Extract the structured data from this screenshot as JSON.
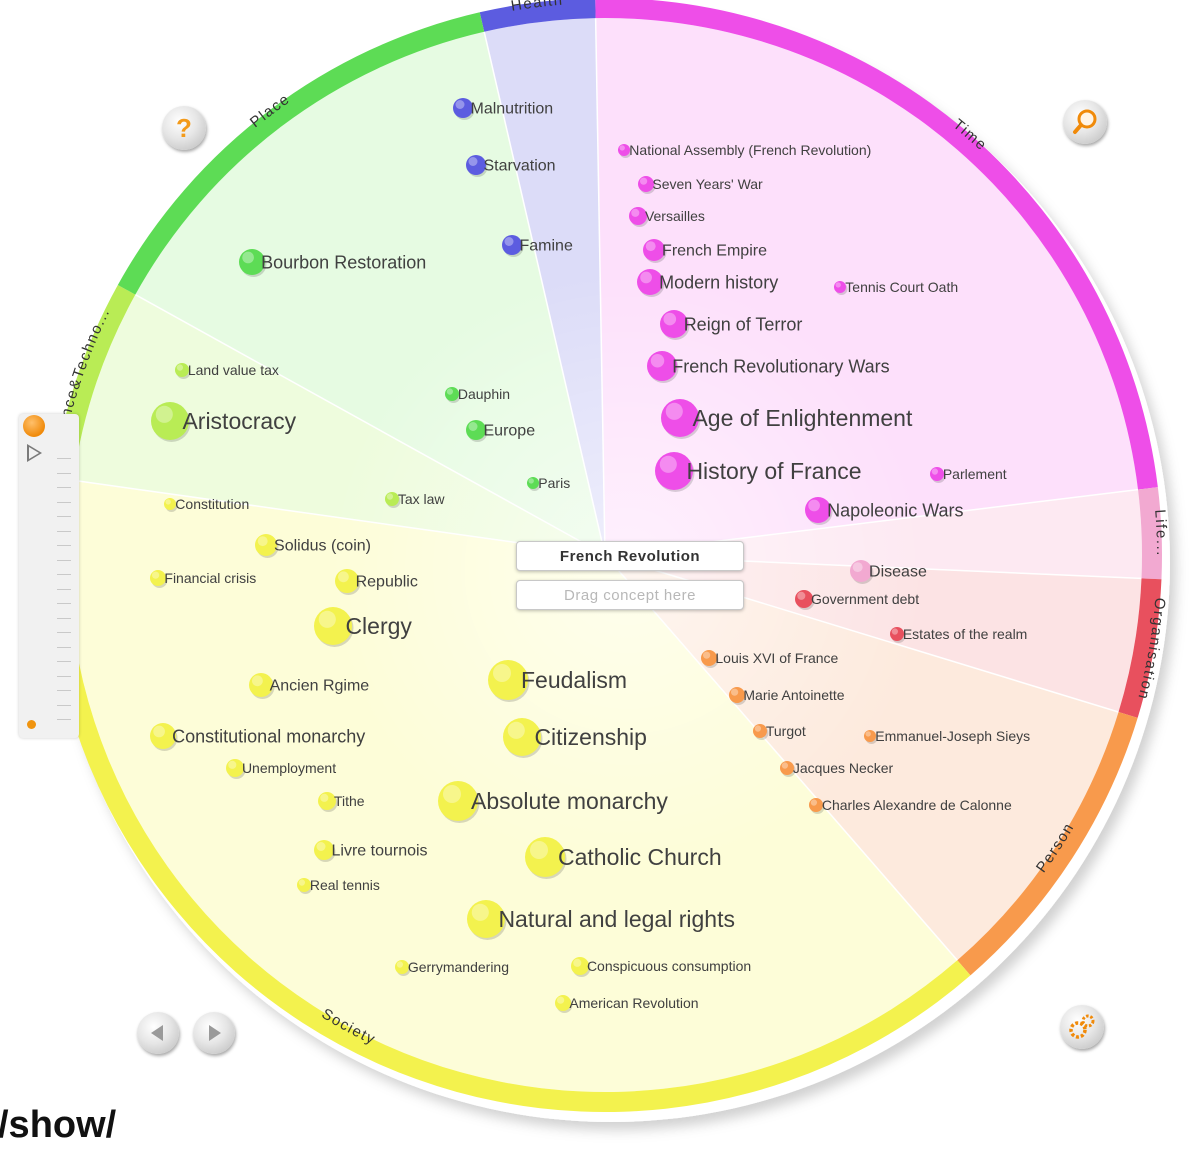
{
  "center": {
    "concept": "French Revolution",
    "drop_hint": "Drag concept here"
  },
  "bottom_text": "/show/",
  "toolbar": {
    "help_icon": "question-icon",
    "search_icon": "magnifier-icon",
    "back_icon": "arrow-left-icon",
    "forward_icon": "arrow-right-icon",
    "settings_icon": "gears-icon"
  },
  "zoom_slider": {
    "level": 0
  },
  "categories": [
    {
      "name": "Health",
      "color": "#5c5ce0",
      "light": "#dcdcf8"
    },
    {
      "name": "Time",
      "color": "#ee4ee8",
      "light": "#fde0fb"
    },
    {
      "name": "Life...",
      "color": "#f2a9d1",
      "light": "#fde9f2"
    },
    {
      "name": "Organisation",
      "color": "#e8505e",
      "light": "#fce3e4"
    },
    {
      "name": "Person",
      "color": "#f89a4c",
      "light": "#fdeadd"
    },
    {
      "name": "Society",
      "color": "#f3f24e",
      "light": "#fdfdd8"
    },
    {
      "name": "Science&Techno...",
      "color": "#b9ec55",
      "light": "#eefcdd"
    },
    {
      "name": "Place",
      "color": "#5ddc55",
      "light": "#e6fbe2"
    }
  ],
  "concepts": [
    {
      "label": "Malnutrition",
      "category": "Health"
    },
    {
      "label": "Starvation",
      "category": "Health"
    },
    {
      "label": "Famine",
      "category": "Health"
    },
    {
      "label": "National Assembly (French Revolution)",
      "category": "Time"
    },
    {
      "label": "Seven Years' War",
      "category": "Time"
    },
    {
      "label": "Versailles",
      "category": "Time"
    },
    {
      "label": "French Empire",
      "category": "Time"
    },
    {
      "label": "Modern history",
      "category": "Time"
    },
    {
      "label": "Tennis Court Oath",
      "category": "Time"
    },
    {
      "label": "Reign of Terror",
      "category": "Time"
    },
    {
      "label": "French Revolutionary Wars",
      "category": "Time"
    },
    {
      "label": "Age of Enlightenment",
      "category": "Time"
    },
    {
      "label": "History of France",
      "category": "Time"
    },
    {
      "label": "Parlement",
      "category": "Time"
    },
    {
      "label": "Napoleonic Wars",
      "category": "Time"
    },
    {
      "label": "Disease",
      "category": "Life..."
    },
    {
      "label": "Government debt",
      "category": "Organisation"
    },
    {
      "label": "Estates of the realm",
      "category": "Organisation"
    },
    {
      "label": "Louis XVI of France",
      "category": "Person"
    },
    {
      "label": "Marie Antoinette",
      "category": "Person"
    },
    {
      "label": "Turgot",
      "category": "Person"
    },
    {
      "label": "Emmanuel-Joseph Sieys",
      "category": "Person"
    },
    {
      "label": "Jacques Necker",
      "category": "Person"
    },
    {
      "label": "Charles Alexandre de Calonne",
      "category": "Person"
    },
    {
      "label": "Bourbon Restoration",
      "category": "Place"
    },
    {
      "label": "Dauphin",
      "category": "Place"
    },
    {
      "label": "Europe",
      "category": "Place"
    },
    {
      "label": "Paris",
      "category": "Place"
    },
    {
      "label": "Land value tax",
      "category": "Science&Techno..."
    },
    {
      "label": "Aristocracy",
      "category": "Science&Techno..."
    },
    {
      "label": "Tax law",
      "category": "Science&Techno..."
    },
    {
      "label": "Constitution",
      "category": "Society"
    },
    {
      "label": "Solidus (coin)",
      "category": "Society"
    },
    {
      "label": "Financial crisis",
      "category": "Society"
    },
    {
      "label": "Republic",
      "category": "Society"
    },
    {
      "label": "Clergy",
      "category": "Society"
    },
    {
      "label": "Ancien Rgime",
      "category": "Society"
    },
    {
      "label": "Feudalism",
      "category": "Society"
    },
    {
      "label": "Constitutional monarchy",
      "category": "Society"
    },
    {
      "label": "Citizenship",
      "category": "Society"
    },
    {
      "label": "Unemployment",
      "category": "Society"
    },
    {
      "label": "Tithe",
      "category": "Society"
    },
    {
      "label": "Absolute monarchy",
      "category": "Society"
    },
    {
      "label": "Livre tournois",
      "category": "Society"
    },
    {
      "label": "Catholic Church",
      "category": "Society"
    },
    {
      "label": "Real tennis",
      "category": "Society"
    },
    {
      "label": "Natural and legal rights",
      "category": "Society"
    },
    {
      "label": "Gerrymandering",
      "category": "Society"
    },
    {
      "label": "Conspicuous consumption",
      "category": "Society"
    },
    {
      "label": "American Revolution",
      "category": "Society"
    }
  ]
}
